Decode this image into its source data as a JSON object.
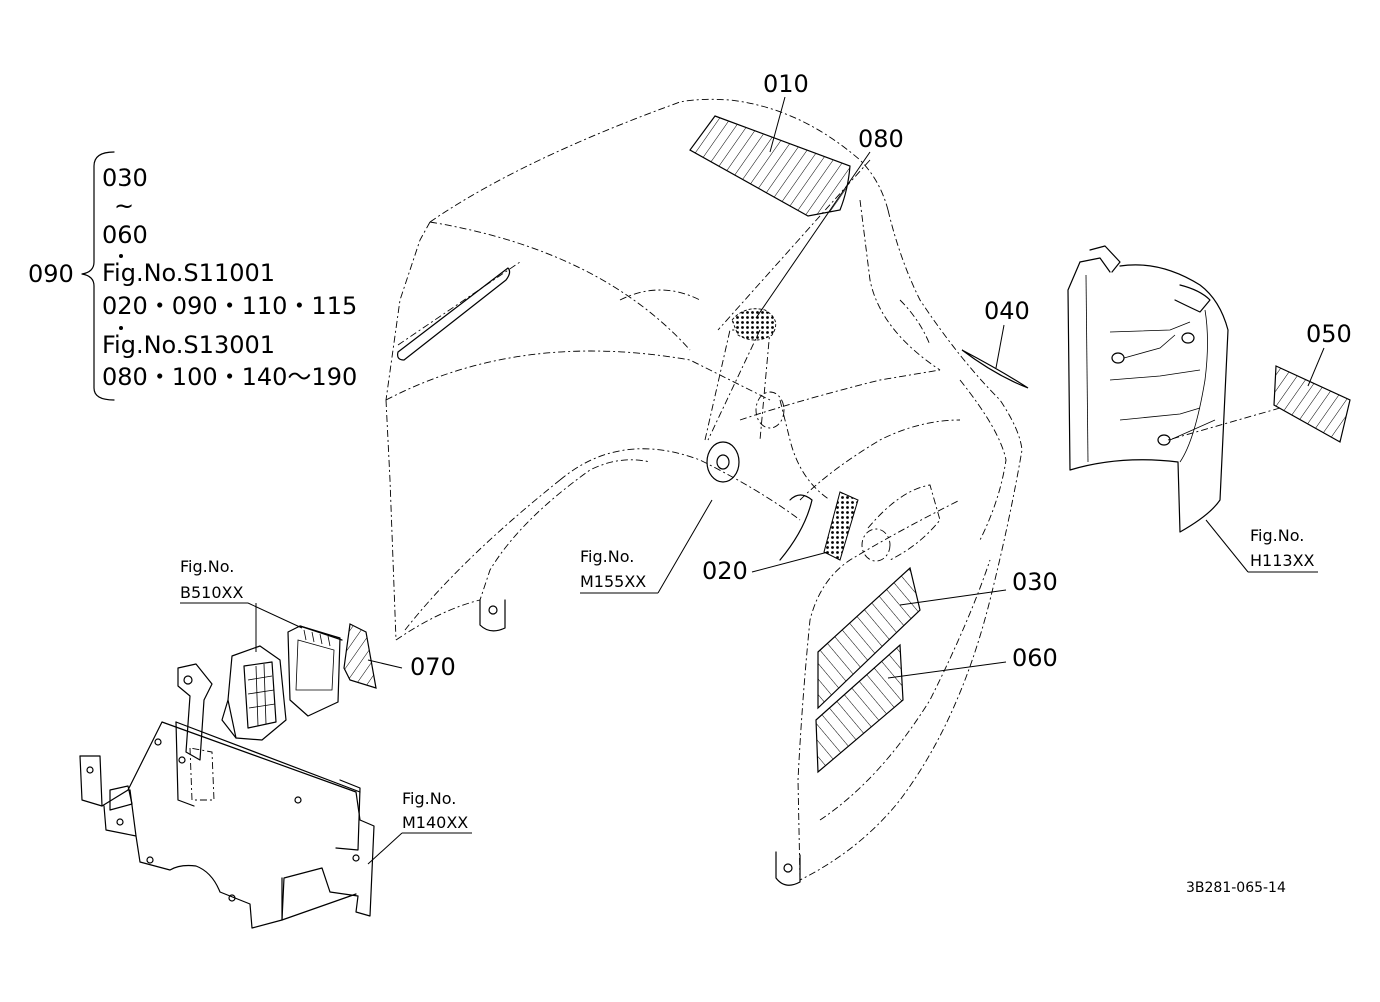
{
  "diagram": {
    "drawing_number": "3B281-065-14",
    "bracket_group": {
      "label": "090",
      "lines": [
        "030",
        "~",
        "060",
        "Fig.No.S11001",
        "020・090・110・115",
        "Fig.No.S13001",
        "080・100・140～190"
      ]
    },
    "parts": {
      "p010": "010",
      "p080": "080",
      "p040": "040",
      "p050": "050",
      "p020": "020",
      "p030": "030",
      "p060": "060",
      "p070": "070"
    },
    "figure_refs": {
      "h113": {
        "top": "Fig.No.",
        "bottom": "H113XX"
      },
      "m155": {
        "top": "Fig.No.",
        "bottom": "M155XX"
      },
      "b510": {
        "top": "Fig.No.",
        "bottom": "B510XX"
      },
      "m140": {
        "top": "Fig.No.",
        "bottom": "M140XX"
      }
    }
  }
}
